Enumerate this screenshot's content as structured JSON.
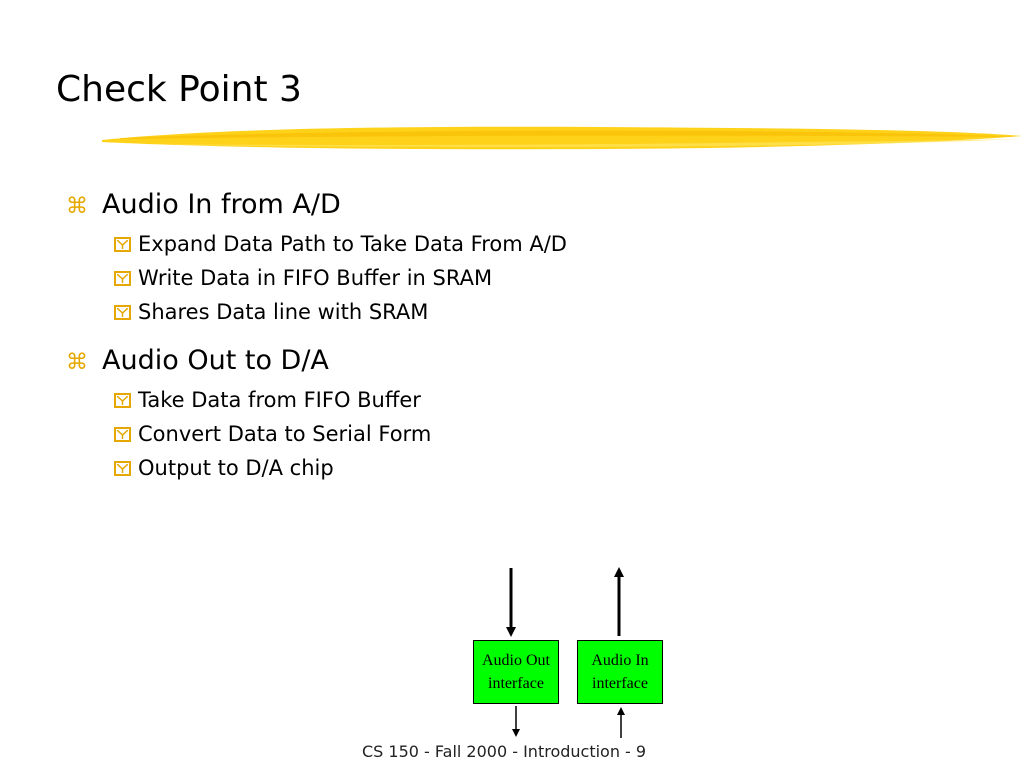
{
  "slide": {
    "title": "Check Point 3",
    "accent_color": "#ffcc00",
    "bullet_glyph_color": "#e6a800",
    "sections": [
      {
        "heading": "Audio In from A/D",
        "items": [
          "Expand Data Path to Take Data From A/D",
          "Write Data in FIFO Buffer in SRAM",
          "Shares Data line with SRAM"
        ]
      },
      {
        "heading": "Audio Out to D/A",
        "items": [
          "Take Data from FIFO Buffer",
          "Convert Data to Serial Form",
          "Output to D/A chip"
        ]
      }
    ],
    "diagram": {
      "box_color": "#00ff00",
      "audio_out": {
        "line1": "Audio Out",
        "line2": "interface"
      },
      "audio_in": {
        "line1": "Audio In",
        "line2": "interface"
      }
    },
    "footer": "CS 150 - Fall 2000 - Introduction - 9"
  }
}
